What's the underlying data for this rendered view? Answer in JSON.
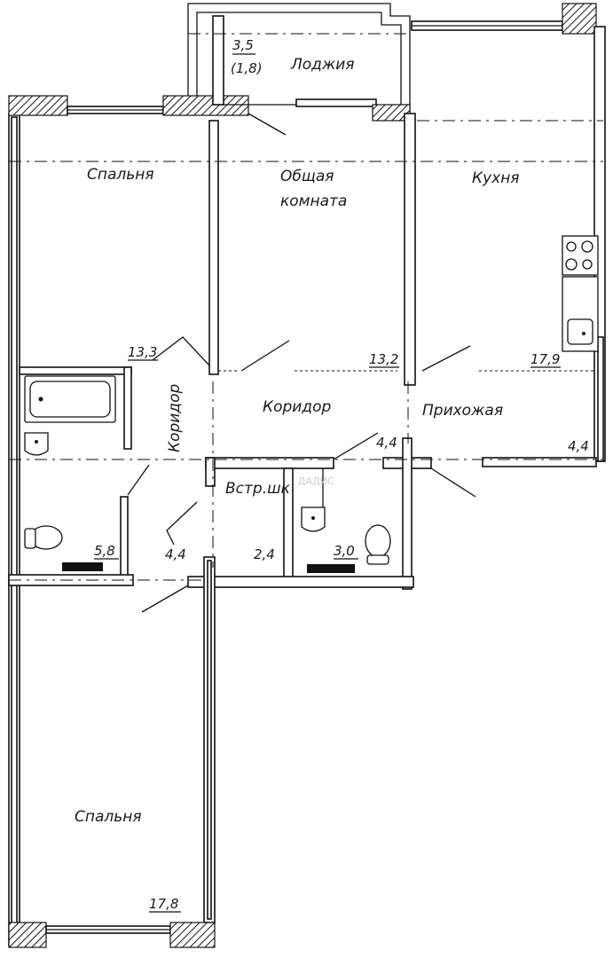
{
  "rooms": {
    "loggia": "Лоджия",
    "bedroom_top": "Спальня",
    "common_room_line1": "Общая",
    "common_room_line2": "комната",
    "kitchen": "Кухня",
    "corridor_vertical": "Коридор",
    "corridor": "Коридор",
    "hallway": "Прихожая",
    "closet": "Встр.шк",
    "bedroom_bottom": "Спальня"
  },
  "areas": {
    "loggia_area": "3,5",
    "loggia_area_reduced": "(1,8)",
    "bedroom_top": "13,3",
    "common_room": "13,2",
    "kitchen": "17,9",
    "hallway_right": "4,4",
    "corridor_small": "4,4",
    "bathroom": "5,8",
    "corridor_left": "4,4",
    "closet": "2,4",
    "toilet": "3,0",
    "bedroom_bottom": "17,8"
  },
  "watermark": "ДАДИС"
}
